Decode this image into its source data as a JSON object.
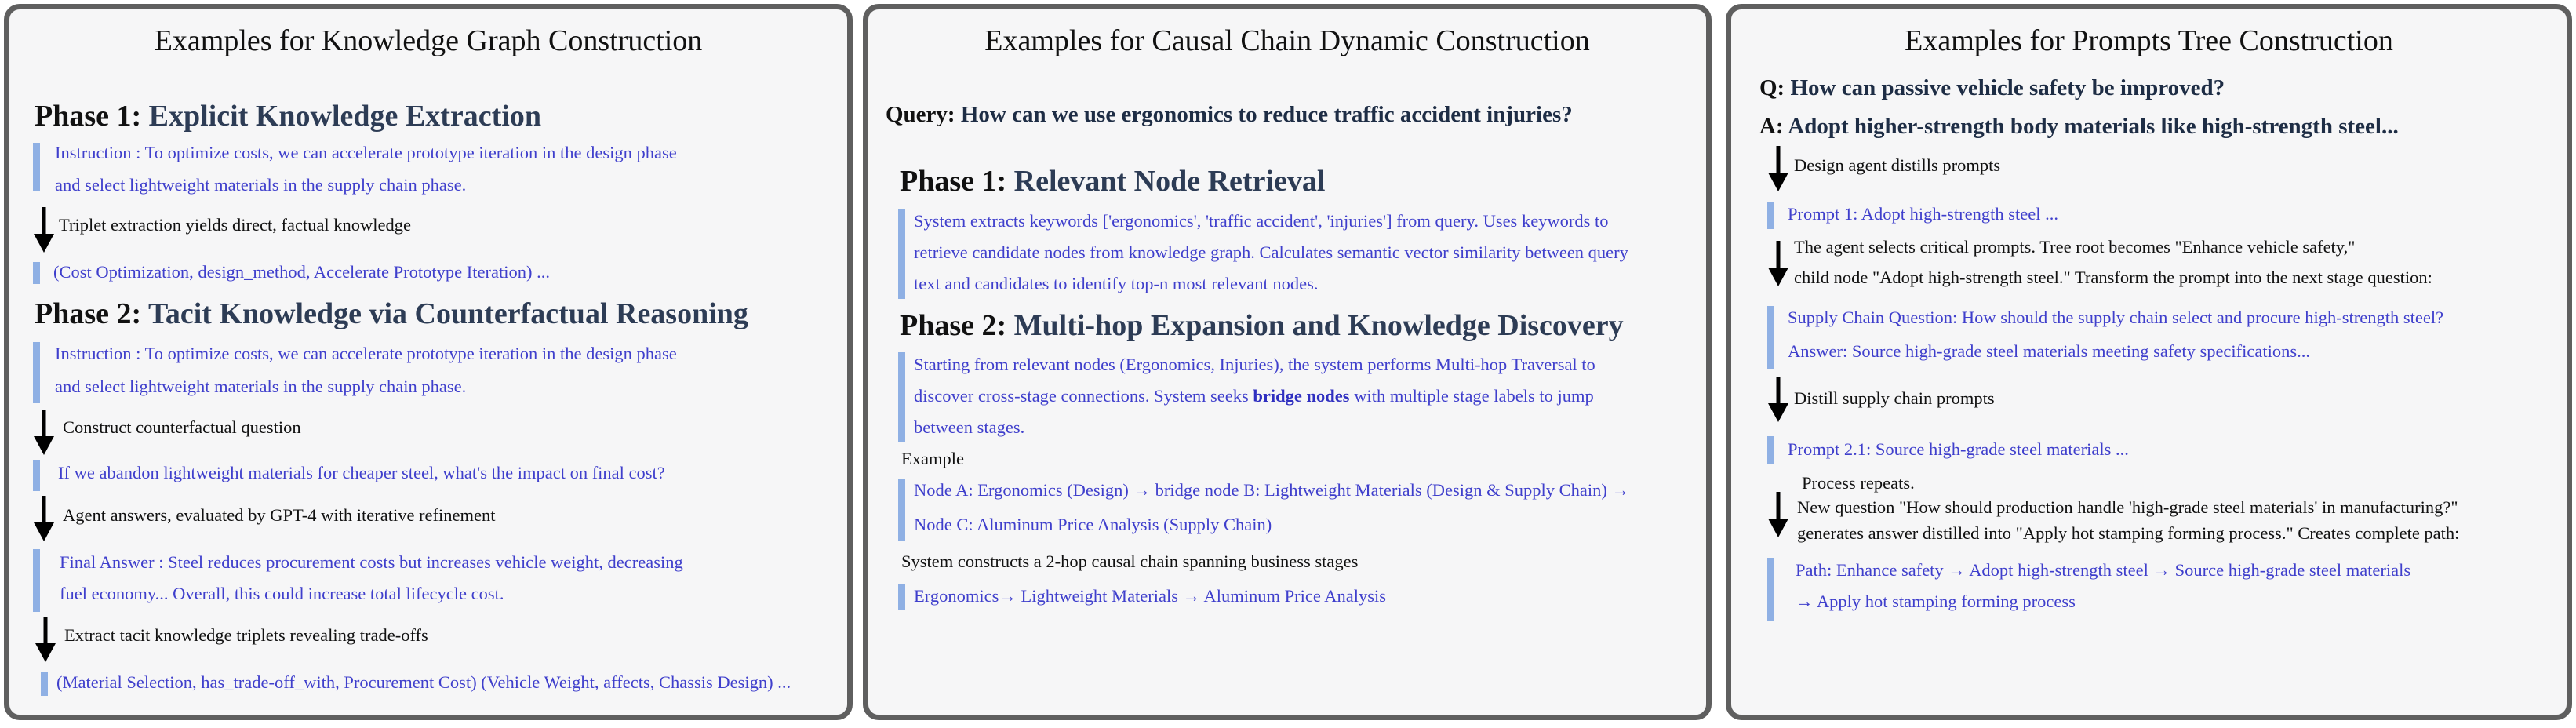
{
  "panels": {
    "kg": {
      "title": "Examples for Knowledge Graph Construction",
      "phase1": {
        "label": "Phase 1:",
        "name": "Explicit Knowledge Extraction"
      },
      "instr1": [
        "Instruction : To optimize costs, we can accelerate prototype iteration in the design phase",
        "and select lightweight materials in the supply chain phase."
      ],
      "step1": "Triplet extraction yields direct, factual knowledge",
      "triplet1": "(Cost Optimization, design_method, Accelerate Prototype Iteration) ...",
      "phase2": {
        "label": "Phase 2:",
        "name": "Tacit Knowledge via Counterfactual Reasoning"
      },
      "instr2": [
        "Instruction : To optimize costs, we can accelerate prototype iteration in the design phase",
        "and select lightweight materials in the supply chain phase."
      ],
      "step2": "Construct counterfactual question",
      "question": "If we abandon lightweight materials for cheaper steel, what's the impact on final cost?",
      "step3": "Agent answers, evaluated by GPT-4 with iterative refinement",
      "answer": [
        "Final Answer : Steel reduces procurement costs but increases vehicle weight, decreasing",
        "fuel economy... Overall, this could increase total lifecycle cost."
      ],
      "step4": "Extract tacit knowledge triplets revealing trade-offs",
      "triplet2": "(Material Selection, has_trade-off_with, Procurement Cost) (Vehicle Weight, affects, Chassis Design) ..."
    },
    "cc": {
      "title": "Examples for Causal Chain Dynamic Construction",
      "query_label": "Query:",
      "query": "How can we use ergonomics to reduce traffic accident injuries?",
      "phase1": {
        "label": "Phase 1:",
        "name": "Relevant Node Retrieval"
      },
      "p1_text": [
        "System extracts keywords ['ergonomics', 'traffic accident', 'injuries'] from query. Uses keywords to",
        "retrieve candidate nodes from knowledge graph. Calculates semantic vector similarity between query",
        "text and candidates to identify top-n most relevant nodes."
      ],
      "phase2": {
        "label": "Phase 2:",
        "name": "Multi-hop Expansion and Knowledge Discovery"
      },
      "p2_line1": "Starting from relevant nodes (Ergonomics, Injuries), the system performs Multi-hop Traversal to",
      "p2_line2_a": "discover cross-stage connections. System seeks ",
      "p2_line2_bold": "bridge nodes",
      "p2_line2_b": " with multiple stage labels to jump",
      "p2_line3": "between stages.",
      "example_label": "Example",
      "nodes": [
        "Node A: Ergonomics (Design) → bridge node B: Lightweight Materials (Design & Supply Chain) →",
        "Node C: Aluminum Price Analysis (Supply Chain)"
      ],
      "chain_caption": "System constructs a 2-hop causal chain spanning business stages",
      "chain": "Ergonomics→ Lightweight Materials → Aluminum Price Analysis"
    },
    "pt": {
      "title": "Examples for Prompts Tree Construction",
      "q_label": "Q:",
      "q": "How can passive vehicle safety be improved?",
      "a_label": "A:",
      "a": "Adopt higher-strength body materials like high-strength steel...",
      "step1": "Design agent distills prompts",
      "prompt1": "Prompt 1: Adopt high-strength steel ...",
      "step2": [
        "The agent selects critical prompts. Tree root becomes \"Enhance vehicle safety,\"",
        "child node \"Adopt high-strength steel.\" Transform the prompt into the next stage question:"
      ],
      "sc_question": "Supply Chain Question: How should the supply chain select and procure high-strength steel?",
      "sc_answer": "Answer: Source high-grade steel materials meeting safety specifications...",
      "step3": "Distill supply chain prompts",
      "prompt21": "Prompt 2.1: Source high-grade steel materials ...",
      "step4": [
        "Process repeats.",
        "New question \"How should production handle 'high-grade steel materials' in manufacturing?\"",
        "generates answer distilled into \"Apply hot stamping forming process.\" Creates complete path:"
      ],
      "path": [
        "Path: Enhance safety → Adopt high-strength steel → Source high-grade steel materials",
        "→ Apply hot stamping forming process"
      ]
    }
  },
  "colors": {
    "border": "#5f5f5f",
    "accent_bar": "#8fb0e4",
    "blue_text": "#3f3fcc",
    "phase_name": "#2d3c55"
  }
}
